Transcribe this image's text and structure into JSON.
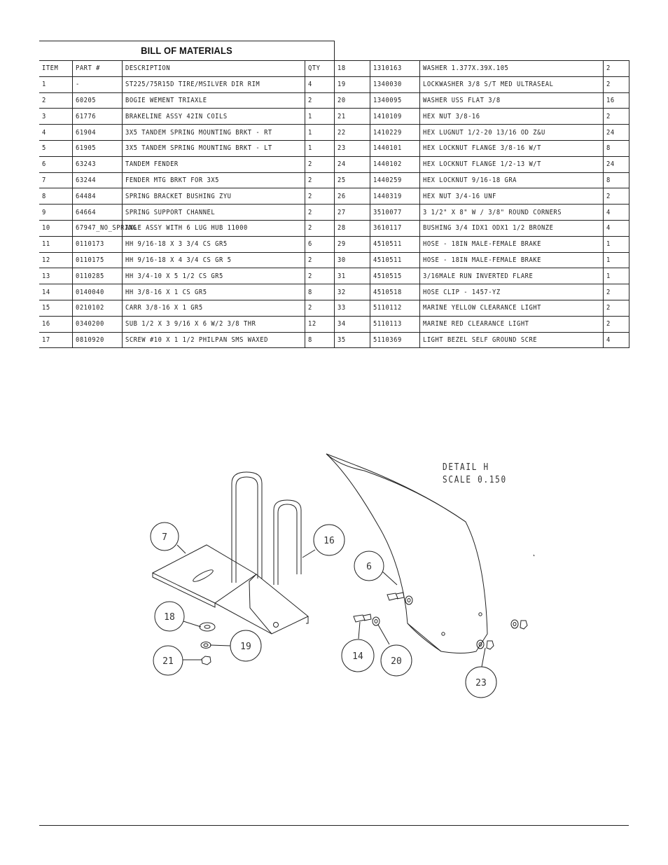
{
  "bom": {
    "title": "BILL OF MATERIALS",
    "headers": [
      "ITEM",
      "PART #",
      "DESCRIPTION",
      "QTY"
    ],
    "rows": [
      {
        "l": [
          "ITEM",
          "PART #",
          "DESCRIPTION",
          "QTY"
        ],
        "r": [
          "18",
          "1310163",
          "WASHER 1.377X.39X.105",
          "2"
        ]
      },
      {
        "l": [
          "1",
          "-",
          "ST225/75R15D TIRE/MSILVER DIR RIM",
          "4"
        ],
        "r": [
          "19",
          "1340030",
          "LOCKWASHER 3/8 S/T MED ULTRASEAL",
          "2"
        ]
      },
      {
        "l": [
          "2",
          "60205",
          "BOGIE WEMENT   TRIAXLE",
          "2"
        ],
        "r": [
          "20",
          "1340095",
          "WASHER USS FLAT 3/8",
          "16"
        ]
      },
      {
        "l": [
          "3",
          "61776",
          "BRAKELINE ASSY  42IN COILS",
          "1"
        ],
        "r": [
          "21",
          "1410109",
          "HEX NUT 3/8-16",
          "2"
        ]
      },
      {
        "l": [
          "4",
          "61904",
          "3X5 TANDEM SPRING MOUNTING BRKT - RT",
          "1"
        ],
        "r": [
          "22",
          "1410229",
          "HEX LUGNUT 1/2-20 13/16 OD Z&U",
          "24"
        ]
      },
      {
        "l": [
          "5",
          "61905",
          "3X5 TANDEM SPRING MOUNTING BRKT - LT",
          "1"
        ],
        "r": [
          "23",
          "1440101",
          "HEX LOCKNUT FLANGE 3/8-16 W/T",
          "8"
        ]
      },
      {
        "l": [
          "6",
          "63243",
          "TANDEM FENDER",
          "2"
        ],
        "r": [
          "24",
          "1440102",
          "HEX LOCKNUT FLANGE 1/2-13 W/T",
          "24"
        ]
      },
      {
        "l": [
          "7",
          "63244",
          "FENDER MTG BRKT FOR 3X5",
          "2"
        ],
        "r": [
          "25",
          "1440259",
          "HEX LOCKNUT 9/16-18 GRA",
          "8"
        ]
      },
      {
        "l": [
          "8",
          "64484",
          "SPRING BRACKET BUSHING   ZYU",
          "2"
        ],
        "r": [
          "26",
          "1440319",
          "HEX NUT 3/4-16 UNF",
          "2"
        ]
      },
      {
        "l": [
          "9",
          "64664",
          "SPRING SUPPORT CHANNEL",
          "2"
        ],
        "r": [
          "27",
          "3510077",
          "3 1/2\" X 8\" W / 3/8\" ROUND CORNERS",
          "4"
        ]
      },
      {
        "l": [
          "10",
          "67947_NO_SPRING",
          "AXLE ASSY WITH 6 LUG HUB 11000",
          "2"
        ],
        "r": [
          "28",
          "3610117",
          "BUSHING  3/4 IDX1 ODX1 1/2 BRONZE",
          "4"
        ]
      },
      {
        "l": [
          "11",
          "0110173",
          "HH 9/16-18 X 3 3/4 CS GR5",
          "6"
        ],
        "r": [
          "29",
          "4510511",
          "HOSE - 18IN MALE-FEMALE BRAKE",
          "1"
        ]
      },
      {
        "l": [
          "12",
          "0110175",
          "HH 9/16-18 X 4 3/4 CS GR 5",
          "2"
        ],
        "r": [
          "30",
          "4510511",
          "HOSE - 18IN MALE-FEMALE BRAKE",
          "1"
        ]
      },
      {
        "l": [
          "13",
          "0110285",
          "HH 3/4-10 X 5 1/2 CS GR5",
          "2"
        ],
        "r": [
          "31",
          "4510515",
          "3/16MALE RUN INVERTED FLARE",
          "1"
        ]
      },
      {
        "l": [
          "14",
          "0140040",
          "HH 3/8-16 X 1 CS GR5",
          "8"
        ],
        "r": [
          "32",
          "4510518",
          "HOSE CLIP - 1457-YZ",
          "2"
        ]
      },
      {
        "l": [
          "15",
          "0210102",
          "CARR 3/8-16 X 1 GR5",
          "2"
        ],
        "r": [
          "33",
          "5110112",
          "MARINE YELLOW CLEARANCE LIGHT",
          "2"
        ]
      },
      {
        "l": [
          "16",
          "0340200",
          "SUB 1/2 X 3 9/16 X 6 W/2 3/8 THR",
          "12"
        ],
        "r": [
          "34",
          "5110113",
          "MARINE RED CLEARANCE LIGHT",
          "2"
        ]
      },
      {
        "l": [
          "17",
          "0810920",
          "SCREW #10 X 1 1/2 PHILPAN SMS WAXED",
          "8"
        ],
        "r": [
          "35",
          "5110369",
          "LIGHT BEZEL   SELF GROUND   SCRE",
          "4"
        ]
      }
    ]
  },
  "detail": {
    "line1": "DETAIL  H",
    "line2": "SCALE  0.150"
  },
  "callouts": [
    "7",
    "16",
    "6",
    "18",
    "19",
    "21",
    "14",
    "20",
    "23"
  ]
}
